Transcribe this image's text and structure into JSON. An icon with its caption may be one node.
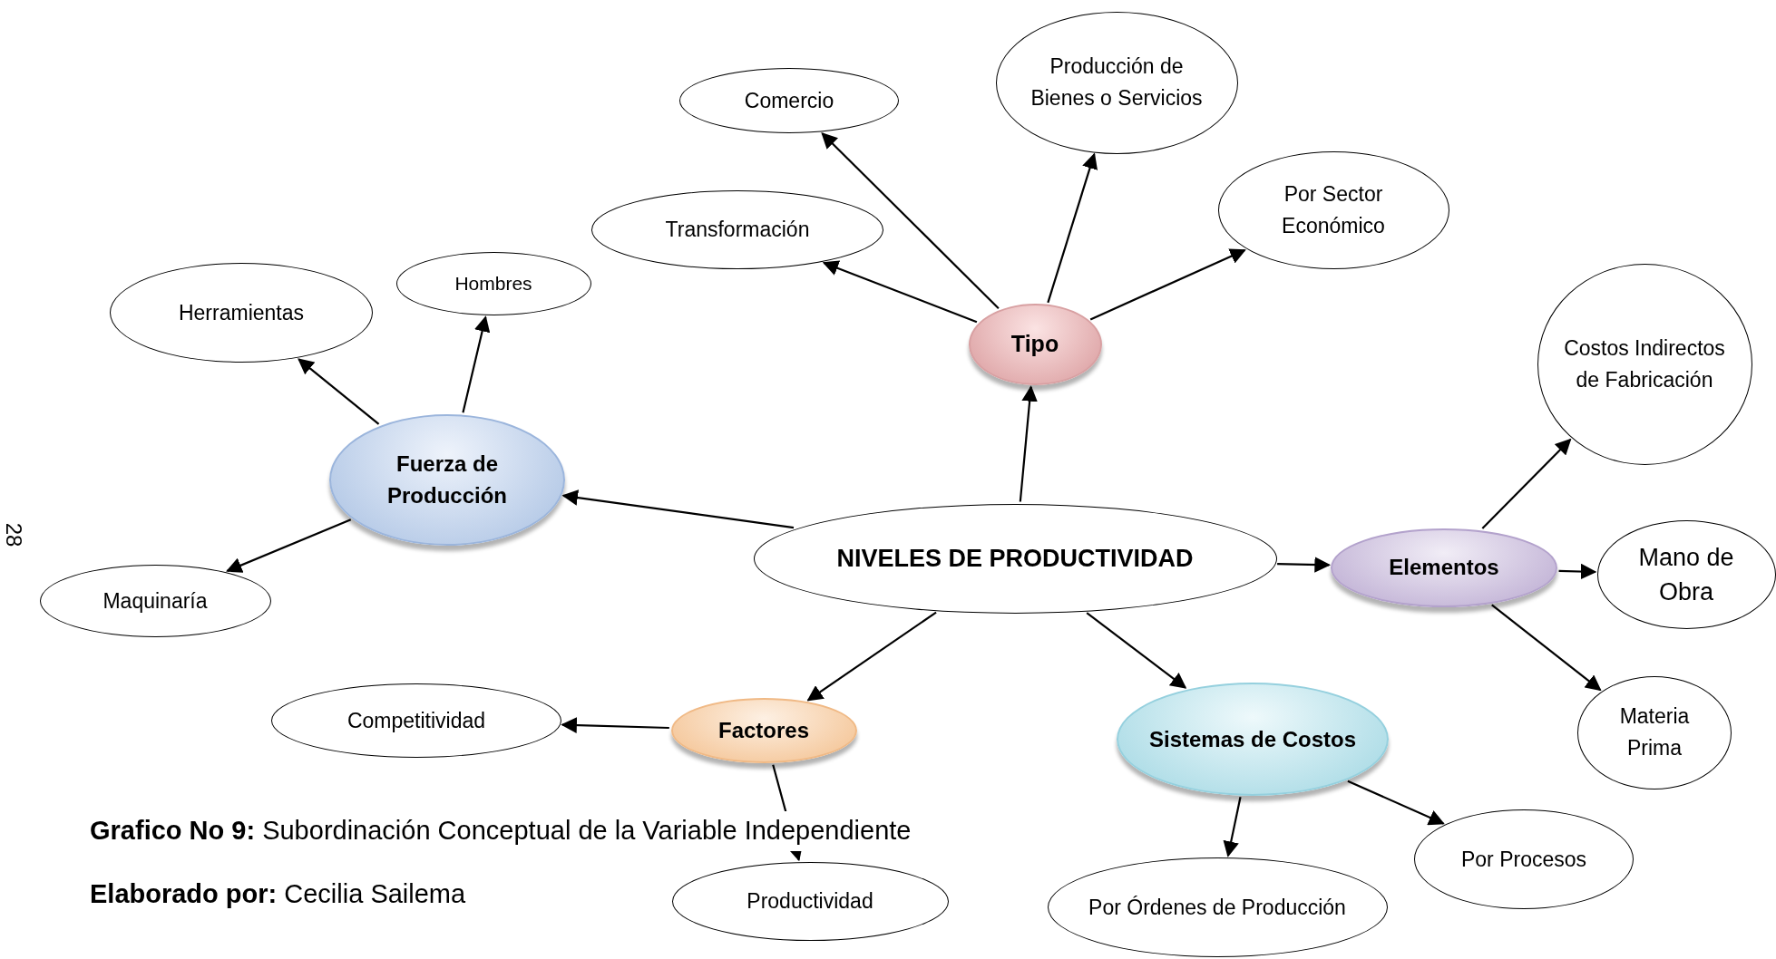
{
  "diagram": {
    "nodes": [
      {
        "text": [
          "NIVELES DE PRODUCTIVIDAD"
        ]
      },
      {
        "text": [
          "Tipo"
        ]
      },
      {
        "text": [
          "Comercio"
        ]
      },
      {
        "text": [
          "Producción de Bienes o Servicios"
        ]
      },
      {
        "text": [
          "Transformación"
        ]
      },
      {
        "text": [
          "Por Sector Económico"
        ]
      },
      {
        "text": [
          "Fuerza de Producción"
        ]
      },
      {
        "text": [
          "Herramientas"
        ]
      },
      {
        "text": [
          "Hombres"
        ]
      },
      {
        "text": [
          "Maquinaría"
        ]
      },
      {
        "text": [
          "Elementos"
        ]
      },
      {
        "text": [
          "Costos Indirectos de Fabricación"
        ]
      },
      {
        "text": [
          "Mano de Obra"
        ]
      },
      {
        "text": [
          "Materia Prima"
        ]
      },
      {
        "text": [
          "Factores"
        ]
      },
      {
        "text": [
          "Competitividad"
        ]
      },
      {
        "text": [
          "Productividad"
        ]
      },
      {
        "text": [
          "Sistemas de Costos"
        ]
      },
      {
        "text": [
          "Por Órdenes de Producción"
        ]
      },
      {
        "text": [
          "Por Procesos"
        ]
      }
    ],
    "edges": [
      {
        "from": 0,
        "to": 1,
        "arrow": "to"
      },
      {
        "from": 1,
        "to": 2,
        "arrow": "to"
      },
      {
        "from": 1,
        "to": 3,
        "arrow": "to"
      },
      {
        "from": 1,
        "to": 4,
        "arrow": "to"
      },
      {
        "from": 1,
        "to": 5,
        "arrow": "to"
      },
      {
        "from": 0,
        "to": 6,
        "arrow": "to"
      },
      {
        "from": 6,
        "to": 7,
        "arrow": "to"
      },
      {
        "from": 6,
        "to": 8,
        "arrow": "to"
      },
      {
        "from": 6,
        "to": 9,
        "arrow": "to"
      },
      {
        "from": 0,
        "to": 10,
        "arrow": "to"
      },
      {
        "from": 10,
        "to": 11,
        "arrow": "to"
      },
      {
        "from": 10,
        "to": 12,
        "arrow": "to"
      },
      {
        "from": 10,
        "to": 13,
        "arrow": "to"
      },
      {
        "from": 0,
        "to": 14,
        "arrow": "to"
      },
      {
        "from": 14,
        "to": 15,
        "arrow": "to"
      },
      {
        "from": 14,
        "to": 16,
        "arrow": "to"
      },
      {
        "from": 0,
        "to": 17,
        "arrow": "to"
      },
      {
        "from": 17,
        "to": 18,
        "arrow": "to"
      },
      {
        "from": 17,
        "to": 19,
        "arrow": "to"
      }
    ],
    "labels": [
      "28",
      "**Grafico No 9:** Subordinación Conceptual de la Variable Independiente",
      "**Elaborado por:** Cecilia Sailema"
    ]
  }
}
